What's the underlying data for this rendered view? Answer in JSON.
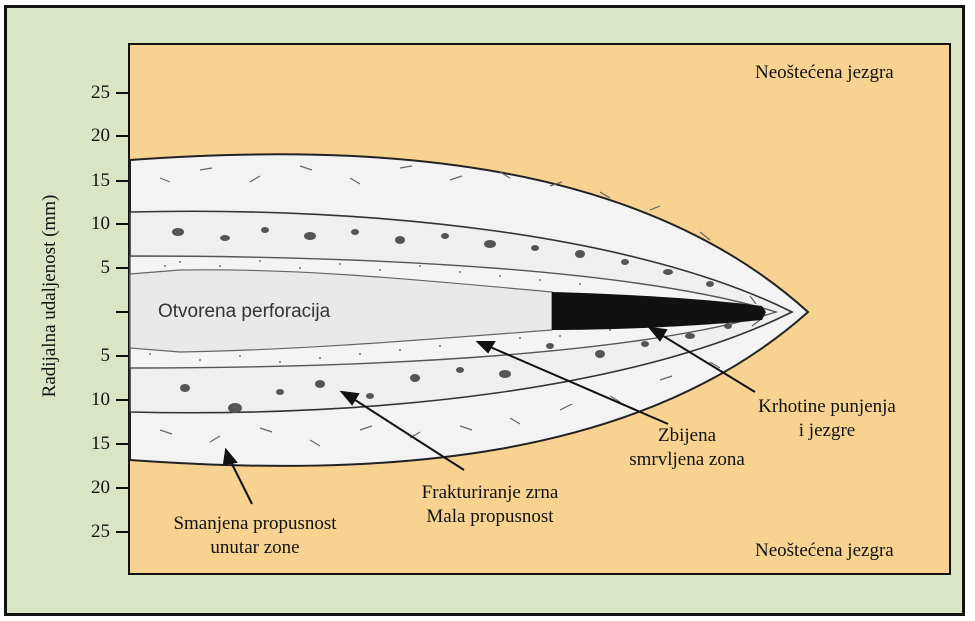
{
  "axis": {
    "ylabel": "Radijalna udaljenost (mm)",
    "ticks_upper": [
      "25",
      "20",
      "15",
      "10",
      "5"
    ],
    "ticks_lower": [
      "5",
      "10",
      "15",
      "20",
      "25"
    ]
  },
  "labels": {
    "core_top": "Neoštećena jezgra",
    "core_bottom": "Neoštećena jezgra",
    "perforation": "Otvorena perforacija",
    "debris_line1": "Krhotine punjenja",
    "debris_line2": "i jezgre",
    "crushed_line1": "Zbijena",
    "crushed_line2": "smrvljena zona",
    "fracture_line1": "Frakturiranje zrna",
    "fracture_line2": "Mala propusnost",
    "reduced_line1": "Smanjena propusnost",
    "reduced_line2": "unutar zone"
  },
  "colors": {
    "background": "#d9e5c5",
    "plot_fill": "#f7d291",
    "zone_fill": "#f3f3f3",
    "tunnel_fill": "#e9e9e9",
    "debris_fill": "#111111"
  }
}
